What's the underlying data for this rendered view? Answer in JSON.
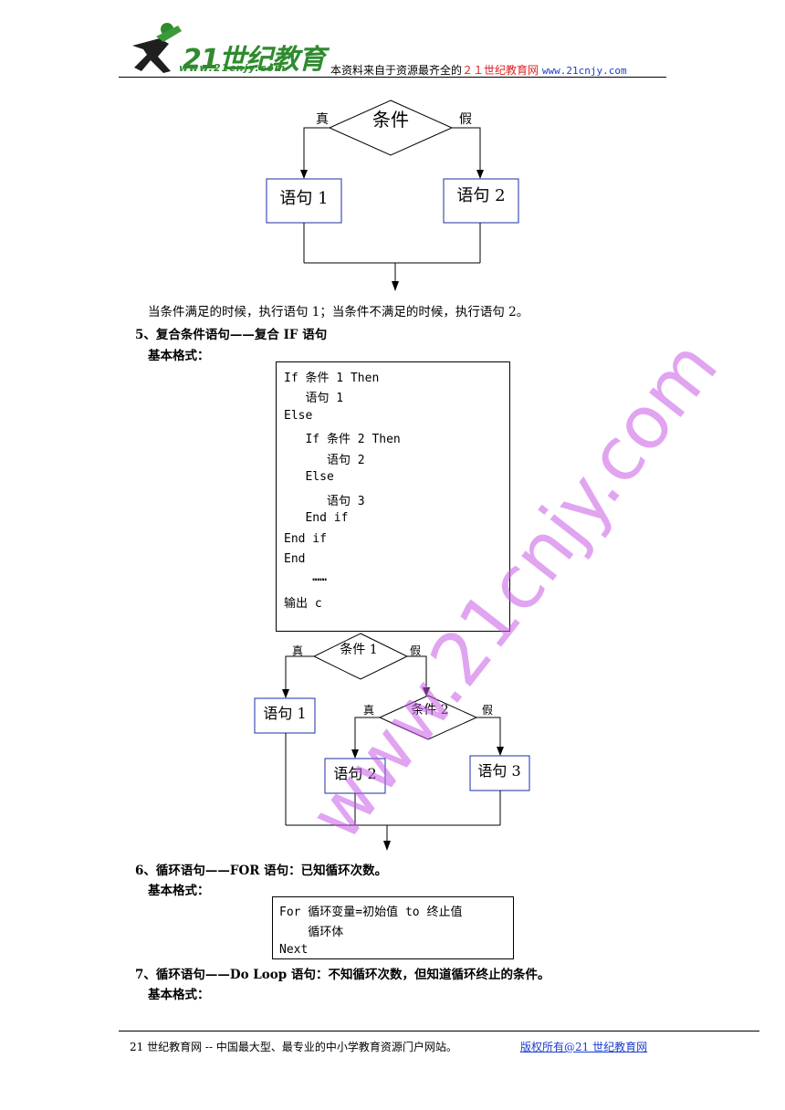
{
  "header": {
    "logo_text": "21世纪教育",
    "logo_url": "www.21cnjy.com",
    "note_prefix": "本资料来自于资源最齐全的",
    "note_red": "２１世纪教育网",
    "note_link": "www.21cnjy.com"
  },
  "flow1": {
    "condition": "条件",
    "true_label": "真",
    "false_label": "假",
    "stmt1": "语句 1",
    "stmt2": "语句 2"
  },
  "para1": "当条件满足的时候，执行语句 1；当条件不满足的时候，执行语句 2。",
  "section5": {
    "heading": "5、复合条件语句——复合 IF 语句",
    "format_label": "基本格式：",
    "code": [
      "If 条件 1 Then",
      "   语句 1",
      "Else",
      "   If 条件 2 Then",
      "      语句 2",
      "   Else",
      "      语句 3",
      "   End if",
      "End if",
      "End",
      "    ……",
      "输出 c"
    ]
  },
  "flow2": {
    "cond1": "条件 1",
    "cond2": "条件 2",
    "true_label": "真",
    "false_label": "假",
    "stmt1": "语句 1",
    "stmt2": "语句 2",
    "stmt3": "语句 3"
  },
  "section6": {
    "heading": "6、循环语句——FOR 语句：已知循环次数。",
    "format_label": "基本格式：",
    "code": [
      "For 循环变量=初始值 to 终止值",
      "    循环体",
      "Next"
    ]
  },
  "section7": {
    "heading": "7、循环语句——Do Loop 语句：不知循环次数，但知道循环终止的条件。",
    "format_label": "基本格式："
  },
  "watermark": "www.21cnjy.com",
  "footer": {
    "left": "21 世纪教育网 -- 中国最大型、最专业的中小学教育资源门户网站。",
    "right": "版权所有@21 世纪教育网"
  }
}
